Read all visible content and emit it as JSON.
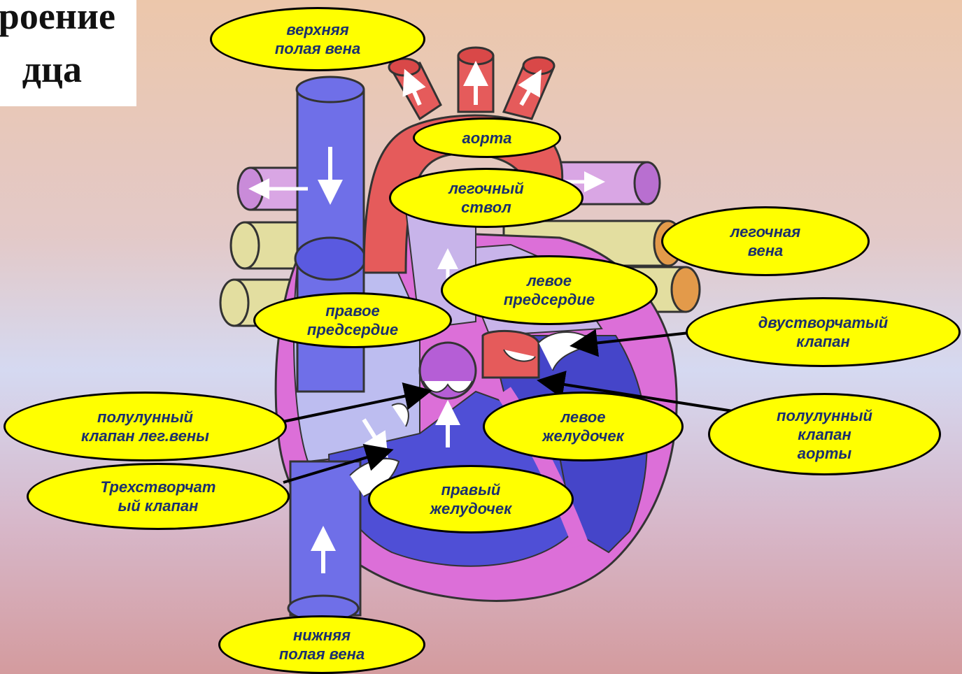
{
  "title": {
    "line1": "роение",
    "line2": "дца"
  },
  "colors": {
    "vein_blue": "#6f6fe8",
    "artery_red": "#e55b5b",
    "wall_magenta": "#d96ad6",
    "pulmonary_vein": "#e0d99a",
    "label_fill": "#ffff00",
    "label_text": "#1b2f6e"
  },
  "labels": {
    "svc": "верхняя\nполая вена",
    "aorta": "аорта",
    "pulm_trunk": "легочный\nствол",
    "pulm_vein": "легочная\nвена",
    "left_atrium": "левое\nпредсердие",
    "right_atrium": "правое\nпредсердие",
    "bicuspid": "двустворчатый\nклапан",
    "semilunar_pulm": "полулунный\nклапан лег.вены",
    "left_ventricle": "левое\nжелудочек",
    "semilunar_aorta": "полулунный\nклапан\nаорты",
    "tricuspid": "Трехстворчат\nый клапан",
    "right_ventricle": "правый\nжелудочек",
    "ivc": "нижняя\nполая вена"
  }
}
